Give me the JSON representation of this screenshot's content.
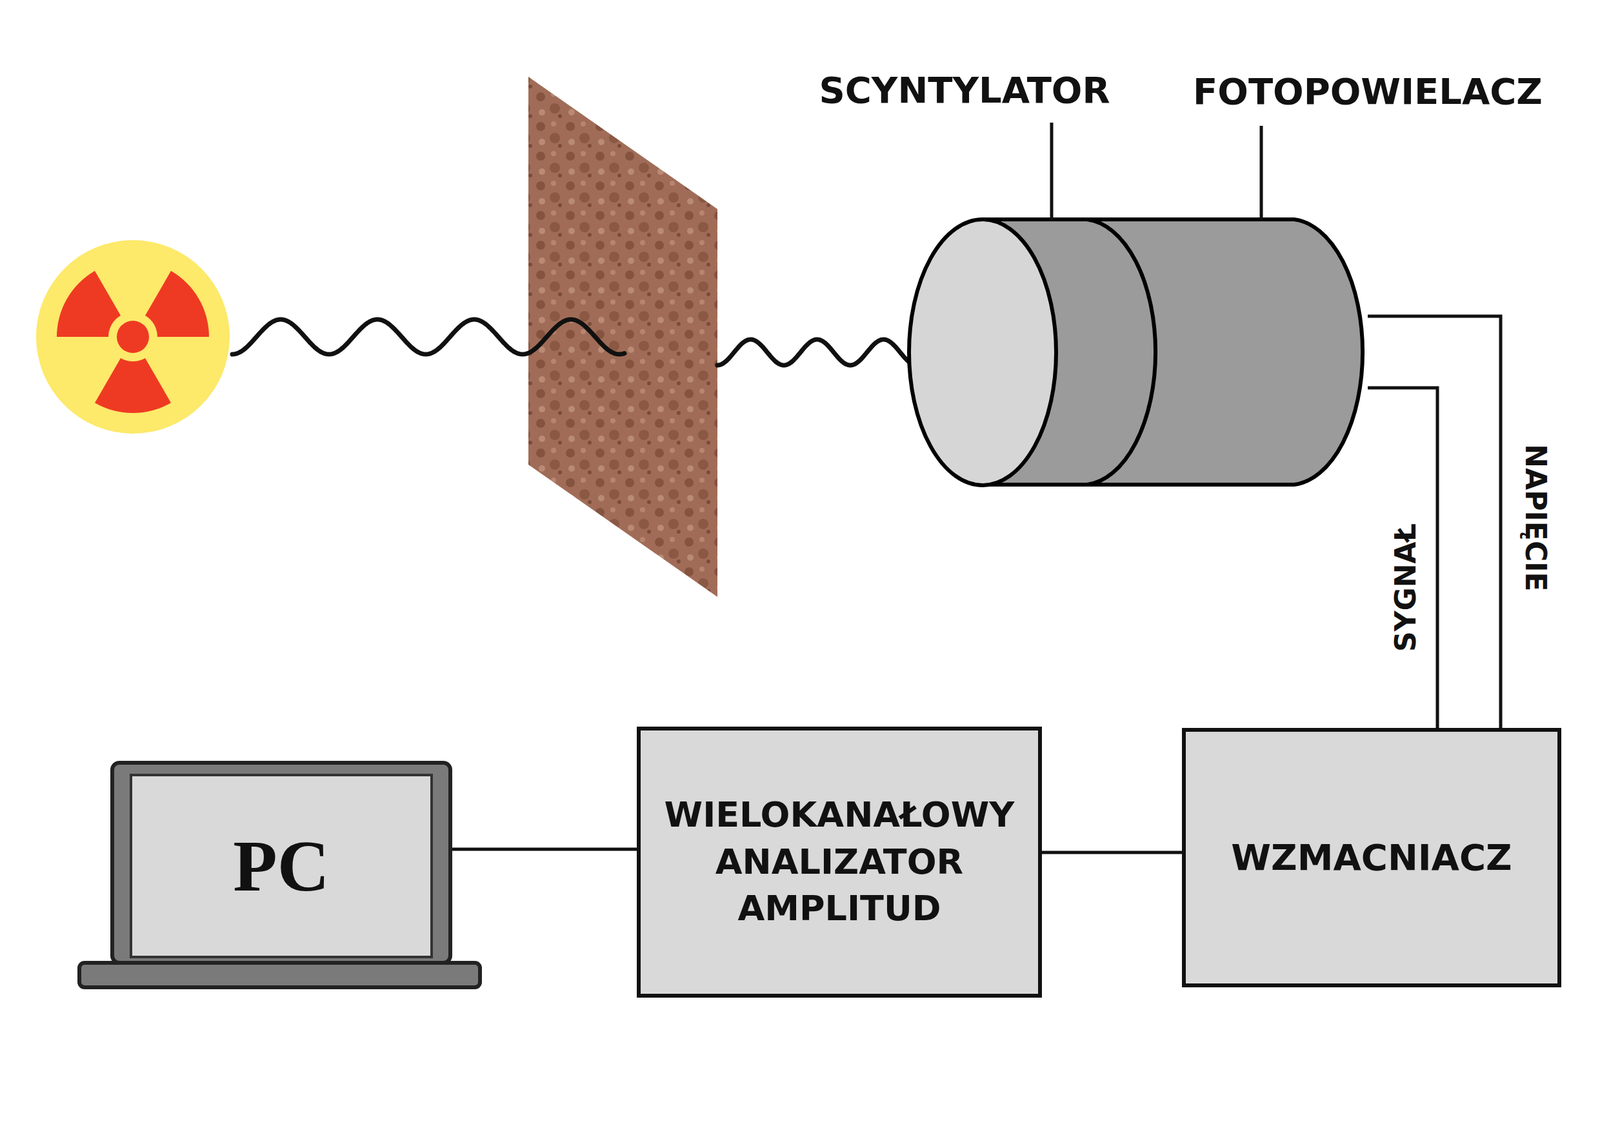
{
  "diagram": {
    "nodes": [
      {
        "text": [
          "SCYNTYLATOR"
        ]
      },
      {
        "text": [
          "FOTOPOWIELACZ"
        ]
      },
      {
        "text": [
          "PC"
        ]
      },
      {
        "text": [
          "WIELOKANAŁOWY ANALIZATOR AMPLITUD"
        ]
      },
      {
        "text": [
          "WZMACNIACZ"
        ]
      }
    ],
    "edges": [
      {
        "from": 1,
        "to": 4,
        "label": "SYGNAŁ",
        "arrow": "none"
      },
      {
        "from": 1,
        "to": 4,
        "label": "NAPIĘCIE",
        "arrow": "none"
      },
      {
        "from": 4,
        "to": 3,
        "arrow": "none"
      },
      {
        "from": 3,
        "to": 2,
        "arrow": "none"
      }
    ]
  }
}
